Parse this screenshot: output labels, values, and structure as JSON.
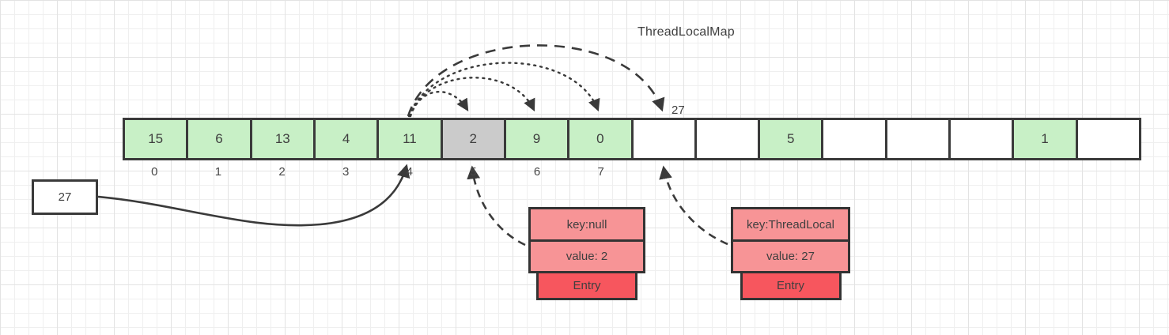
{
  "title": "ThreadLocalMap",
  "colors": {
    "cell_green": "#c8f0c6",
    "cell_gray": "#cbcbcb",
    "cell_white": "#ffffff",
    "entry_pink": "#f79496",
    "entry_red": "#f7565e",
    "line": "#3a3a3a",
    "text": "#3f3f3f",
    "grid-minor": "#efefef",
    "grid-major": "#e3e3e3"
  },
  "array": {
    "cells": [
      {
        "value": "15",
        "state": "cell_green"
      },
      {
        "value": "6",
        "state": "cell_green"
      },
      {
        "value": "13",
        "state": "cell_green"
      },
      {
        "value": "4",
        "state": "cell_green"
      },
      {
        "value": "11",
        "state": "cell_green"
      },
      {
        "value": "2",
        "state": "cell_gray"
      },
      {
        "value": "9",
        "state": "cell_green"
      },
      {
        "value": "0",
        "state": "cell_green"
      },
      {
        "value": "",
        "state": "cell_white"
      },
      {
        "value": "",
        "state": "cell_white"
      },
      {
        "value": "5",
        "state": "cell_green"
      },
      {
        "value": "",
        "state": "cell_white"
      },
      {
        "value": "",
        "state": "cell_white"
      },
      {
        "value": "",
        "state": "cell_white"
      },
      {
        "value": "1",
        "state": "cell_green"
      },
      {
        "value": "",
        "state": "cell_white"
      }
    ],
    "index_labels": [
      "0",
      "1",
      "2",
      "3",
      "4",
      "5",
      "6",
      "7"
    ]
  },
  "probe_insert_label": "27",
  "source_box_label": "27",
  "entries": {
    "null_entry": {
      "key": "key:null",
      "value": "value: 2",
      "tag": "Entry"
    },
    "threadlocal_entry": {
      "key": "key:ThreadLocal",
      "value": "value: 27",
      "tag": "Entry"
    }
  }
}
